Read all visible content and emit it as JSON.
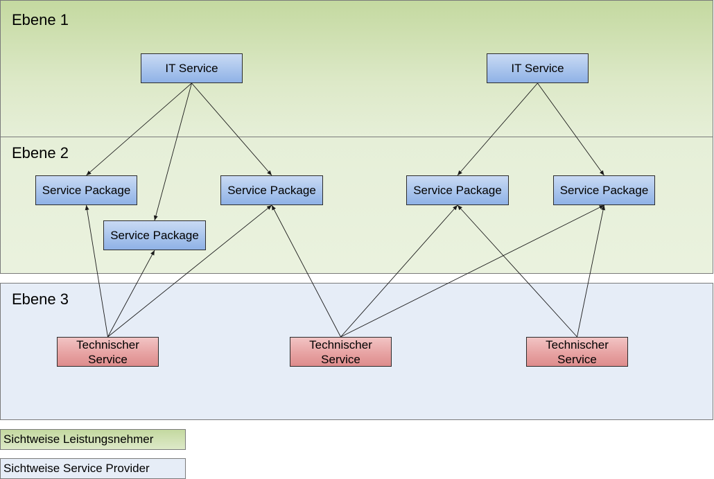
{
  "levels": [
    {
      "label": "Ebene 1"
    },
    {
      "label": "Ebene 2"
    },
    {
      "label": "Ebene 3"
    }
  ],
  "nodes": {
    "it1": {
      "label": "IT Service"
    },
    "it2": {
      "label": "IT Service"
    },
    "sp1": {
      "label": "Service Package"
    },
    "sp2": {
      "label": "Service Package"
    },
    "sp3": {
      "label": "Service Package"
    },
    "sp4": {
      "label": "Service Package"
    },
    "sp5": {
      "label": "Service Package"
    },
    "ts1": {
      "label": "Technischer Service"
    },
    "ts2": {
      "label": "Technischer Service"
    },
    "ts3": {
      "label": "Technischer Service"
    }
  },
  "edges": [
    {
      "from": "it1",
      "to": "sp1"
    },
    {
      "from": "it1",
      "to": "sp2"
    },
    {
      "from": "it1",
      "to": "sp3"
    },
    {
      "from": "it2",
      "to": "sp4"
    },
    {
      "from": "it2",
      "to": "sp5"
    },
    {
      "from": "ts1",
      "to": "sp1"
    },
    {
      "from": "ts1",
      "to": "sp2"
    },
    {
      "from": "ts1",
      "to": "sp3"
    },
    {
      "from": "ts2",
      "to": "sp3"
    },
    {
      "from": "ts2",
      "to": "sp4"
    },
    {
      "from": "ts2",
      "to": "sp5"
    },
    {
      "from": "ts3",
      "to": "sp4"
    },
    {
      "from": "ts3",
      "to": "sp5"
    }
  ],
  "legend": [
    {
      "label": "Sichtweise Leistungsnehmer",
      "color": "#c4d9a0"
    },
    {
      "label": "Sichtweise Service Provider",
      "color": "#e6edf7"
    }
  ]
}
